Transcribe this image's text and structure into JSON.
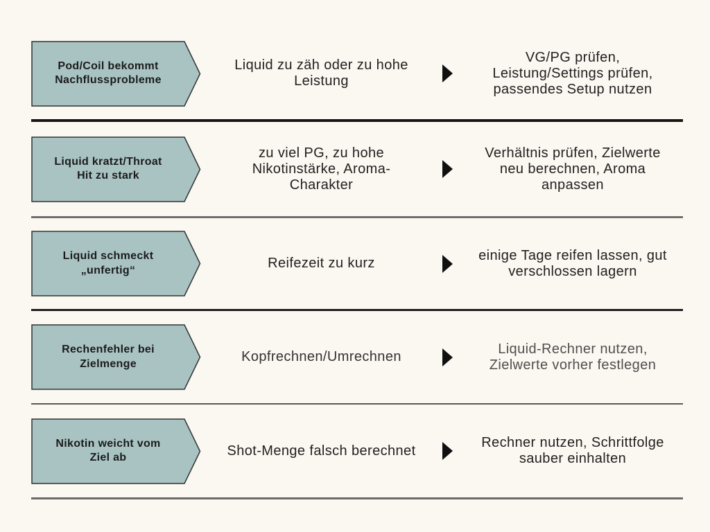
{
  "page": {
    "background_color": "#FBF7F1",
    "arrow_fill_color": "#A9C3C3",
    "arrow_stroke_color": "#2F3333",
    "text_color": "#212121",
    "triangle_color": "#101010"
  },
  "icons": {
    "row_pointer": "right-pointing filled triangle"
  },
  "rows": [
    {
      "label": "Pod/Coil bekommt\nNachflussprobleme",
      "cause": "Liquid zu zäh oder zu hohe\nLeistung",
      "fix": "VG/PG prüfen,\nLeistung/Settings prüfen,\npassendes Setup nutzen",
      "cause_style": "color:#212121",
      "fix_style": "color:#212121",
      "divider_style": "background:#161616;height:4px"
    },
    {
      "label": "Liquid kratzt/Throat\nHit zu stark",
      "cause": "zu viel PG, zu hohe\nNikotinstärke, Aroma-\nCharakter",
      "fix": "Verhältnis prüfen, Zielwerte\nneu berechnen, Aroma\nanpassen",
      "cause_style": "color:#212121",
      "fix_style": "color:#212121",
      "divider_style": "background:#6F6F6F;height:3px"
    },
    {
      "label": "Liquid schmeckt\n„unfertig“",
      "cause": "Reifezeit zu kurz",
      "fix": "einige Tage reifen lassen, gut\nverschlossen lagern",
      "cause_style": "color:#212121",
      "fix_style": "color:#212121",
      "divider_style": "background:#1D1D1D;height:3px"
    },
    {
      "label": "Rechenfehler bei\nZielmenge",
      "cause": "Kopfrechnen/Umrechnen",
      "fix": "Liquid-Rechner nutzen,\nZielwerte vorher festlegen",
      "cause_style": "color:#333333",
      "fix_style": "color:#4F4F4F",
      "divider_style": "background:#5A5A5A;height:2px"
    },
    {
      "label": "Nikotin weicht vom\nZiel ab",
      "cause": "Shot-Menge falsch berechnet",
      "fix": "Rechner nutzen, Schrittfolge\nsauber einhalten",
      "cause_style": "color:#212121",
      "fix_style": "color:#212121",
      "divider_style": "background:#6A6A6A;height:3px"
    }
  ]
}
